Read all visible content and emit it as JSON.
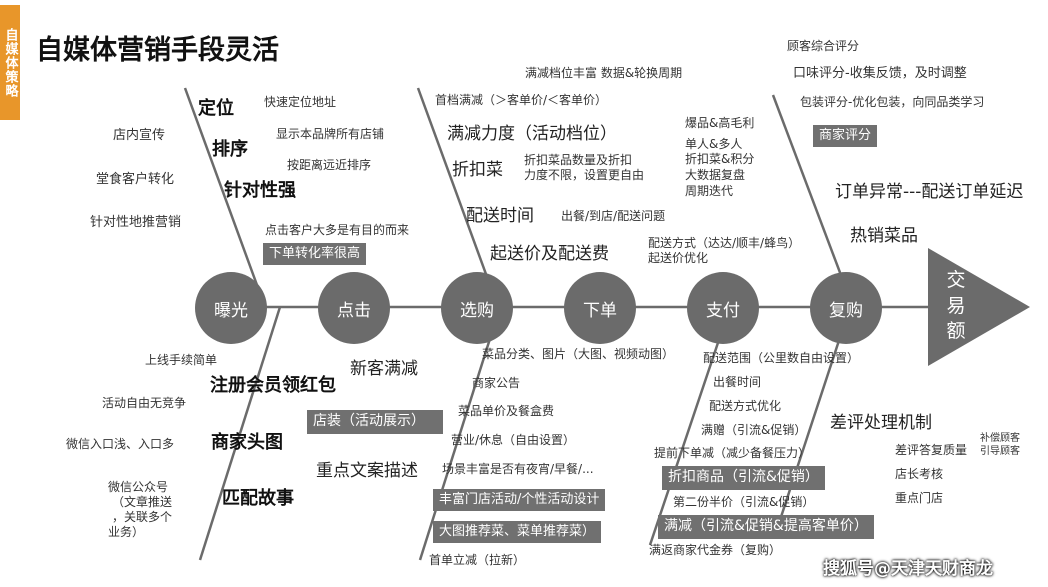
{
  "tag": "自媒体策略",
  "title": "自媒体营销手段灵活",
  "watermark": "搜狐号@天津天财商龙",
  "head": "交易额",
  "nodes": [
    "曝光",
    "点击",
    "选购",
    "下单",
    "支付",
    "复购"
  ],
  "exposure_top": {
    "left": [
      "店内宣传",
      "堂食客户转化",
      "针对性地推营销"
    ],
    "big": [
      "定位",
      "排序",
      "针对性强"
    ],
    "small": [
      "快速定位地址",
      "显示本品牌所有店铺",
      "按距离远近排序"
    ]
  },
  "click_top": {
    "note": "点击客户大多是有目的而来",
    "box": "下单转化率很高"
  },
  "select_top": {
    "small1": "满减档位丰富  数据&轮换周期",
    "small2": "首档满减（＞客单价/＜客单价）",
    "mid1": "满减力度（活动档位）",
    "mid2": "折扣菜",
    "small3": "折扣菜品数量及折扣",
    "small4": "力度不限，设置更自由",
    "mid3": "配送时间",
    "small5": "出餐/到店/配送问题",
    "mid4": "起送价及配送费"
  },
  "pay_top": {
    "items": [
      "爆品&高毛利",
      "单人&多人",
      "折扣菜&积分",
      "大数据复盘",
      "周期迭代"
    ],
    "delivery1": "配送方式（达达/顺丰/蜂鸟）",
    "delivery2": "起送价优化"
  },
  "repurchase_top": {
    "items": [
      "顾客综合评分",
      "口味评分-收集反馈，及时调整",
      "包装评分-优化包装，向同品类学习"
    ],
    "box": "商家评分",
    "mid1": "订单异常---配送订单延迟",
    "mid2": "热销菜品"
  },
  "exposure_bottom": {
    "left": [
      "上线手续简单",
      "活动自由无竞争",
      "微信入口浅、入口多",
      "微信公众号",
      "（文章推送",
      "，关联多个",
      "业务）"
    ],
    "big": [
      "注册会员领红包",
      "商家头图",
      "匹配故事"
    ]
  },
  "click_bottom": {
    "mid1": "新客满减",
    "box": "店装（活动展示）",
    "mid2": "重点文案描述"
  },
  "select_bottom": {
    "items": [
      "菜品分类、图片（大图、视频动图）",
      "商家公告",
      "菜品单价及餐盒费",
      "营业/休息（自由设置）",
      "场景丰富是否有夜宵/早餐/..."
    ],
    "box1": "丰富门店活动/个性活动设计",
    "box2": "大图推荐菜、菜单推荐菜）",
    "last": "首单立减（拉新）"
  },
  "pay_bottom": {
    "items": [
      "配送范围（公里数自由设置）",
      "出餐时间",
      "配送方式优化",
      "满赠（引流&促销）",
      "提前下单减（减少备餐压力）"
    ],
    "box1": "折扣商品（引流&促销）",
    "second": "第二份半价（引流&促销）",
    "box2": "满减（引流&促销&提高客单价）",
    "last": "满返商家代金券（复购）"
  },
  "repurchase_bottom": {
    "mid": "差评处理机制",
    "items": [
      "差评答复质量",
      "店长考核",
      "重点门店"
    ],
    "tiny": [
      "补偿顾客",
      "引导顾客"
    ]
  }
}
